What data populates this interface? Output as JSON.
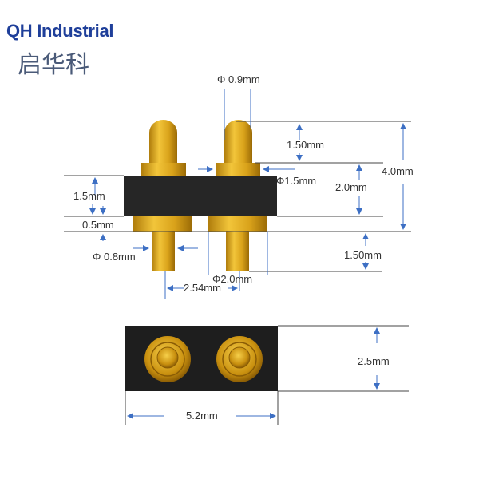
{
  "logo": {
    "text": "QH Industrial",
    "chinese": "启华科",
    "color": "#1f3f9a"
  },
  "colors": {
    "body": "#262626",
    "pin": "#d9a21a",
    "pin_dark": "#a8760a",
    "dimension": "#3d6fc4",
    "line": "#444444"
  },
  "side_view": {
    "labels": {
      "tip_diameter": "Φ 0.9mm",
      "plunger_height": "1.50mm",
      "collar_diameter": "Φ1.5mm",
      "total_height": "4.0mm",
      "top_height": "2.0mm",
      "body_height": "1.5mm",
      "lower_collar_height": "0.5mm",
      "tail_diameter": "Φ 0.8mm",
      "tail_length": "1.50mm",
      "lower_collar_diameter": "Φ2.0mm",
      "pitch": "2.54mm"
    }
  },
  "bottom_view": {
    "labels": {
      "width": "5.2mm",
      "height": "2.5mm"
    }
  }
}
